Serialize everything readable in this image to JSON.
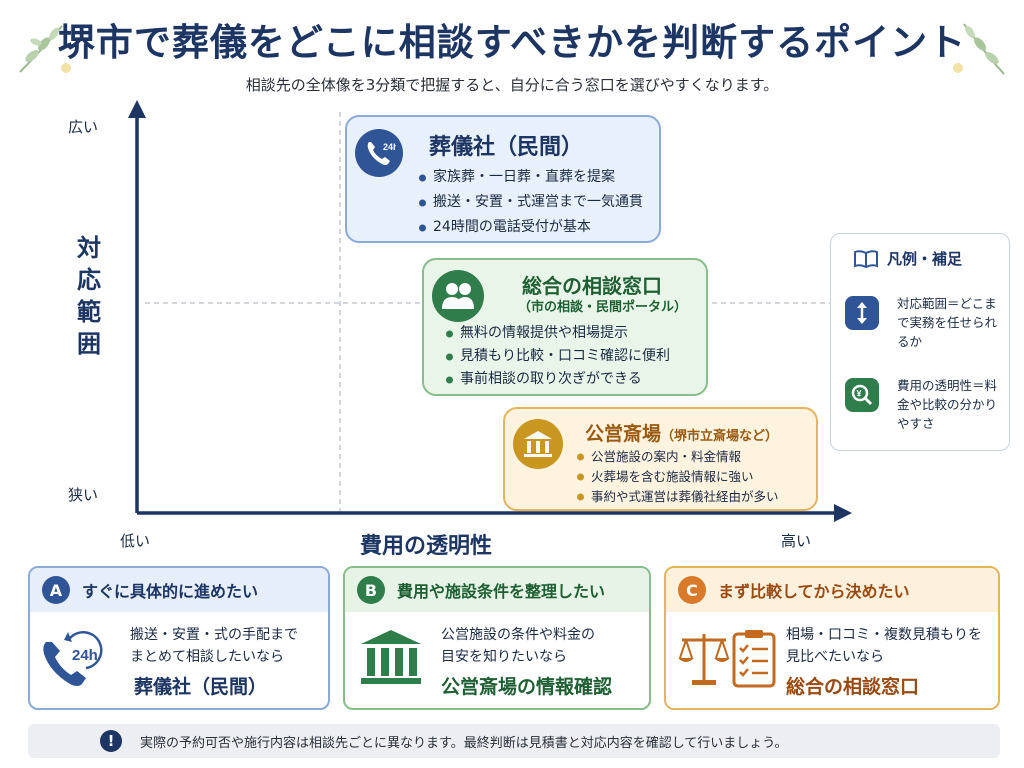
{
  "header": {
    "title": "堺市で葬儀をどこに相談すべきかを判断するポイント",
    "subtitle": "相談先の全体像を3分類で把握すると、自分に合う窓口を選びやすくなります。"
  },
  "axes": {
    "y_title": "対応範囲",
    "y_high": "広い",
    "y_low": "狭い",
    "x_title": "費用の透明性",
    "x_low": "低い",
    "x_high": "高い"
  },
  "quadrants": {
    "funeral": {
      "name": "葬儀社（民間）",
      "icon_text": "24h",
      "bullets": [
        "家族葬・一日葬・直葬を提案",
        "搬送・安置・式運営まで一気通貫",
        "24時間の電話受付が基本"
      ]
    },
    "consult": {
      "name": "総合の相談窓口",
      "sub": "（市の相談・民間ポータル）",
      "bullets": [
        "無料の情報提供や相場提示",
        "見積もり比較・口コミ確認に便利",
        "事前相談の取り次ぎができる"
      ]
    },
    "public": {
      "name": "公営斎場",
      "sub": "（堺市立斎場など）",
      "bullets": [
        "公営施設の案内・料金情報",
        "火葬場を含む施設情報に強い",
        "事約や式運営は葬儀社経由が多い"
      ]
    }
  },
  "legend": {
    "title": "凡例・補足",
    "items": [
      {
        "text": "対応範囲＝どこまで実務を任せられるか"
      },
      {
        "text": "費用の透明性＝料金や比較の分かりやすさ"
      }
    ]
  },
  "cards": [
    {
      "badge": "A",
      "heading": "すぐに具体的に進めたい",
      "icon_text": "24h",
      "desc_lines": [
        "搬送・安置・式の手配まで",
        "まとめて相談したいなら"
      ],
      "recommend": "葬儀社（民間）"
    },
    {
      "badge": "B",
      "heading": "費用や施設条件を整理したい",
      "desc_lines": [
        "公営施設の条件や料金の",
        "目安を知りたいなら"
      ],
      "recommend": "公営斎場の情報確認"
    },
    {
      "badge": "C",
      "heading": "まず比較してから決めたい",
      "desc_lines": [
        "相場・口コミ・複数見積もりを",
        "見比べたいなら"
      ],
      "recommend": "総合の相談窓口"
    }
  ],
  "notice": {
    "icon_text": "!",
    "text": "実際の予約可否や施行内容は相談先ごとに異なります。最終判断は見積書と対応内容を確認して行いましょう。"
  },
  "colors": {
    "navy": "#1c3563",
    "blue": "#2f5597",
    "green": "#2e7d4a",
    "gold": "#c9961f",
    "orange": "#d9792a"
  }
}
